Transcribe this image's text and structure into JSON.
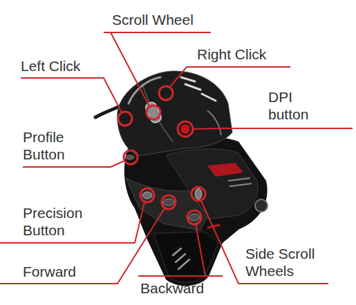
{
  "diagram": {
    "labels": [
      "Scroll Wheel",
      "Right Click",
      "Left Click",
      "DPI button",
      "Profile Button",
      "Precision Button",
      "Forward",
      "Side Scroll Wheels",
      "Backward"
    ]
  }
}
